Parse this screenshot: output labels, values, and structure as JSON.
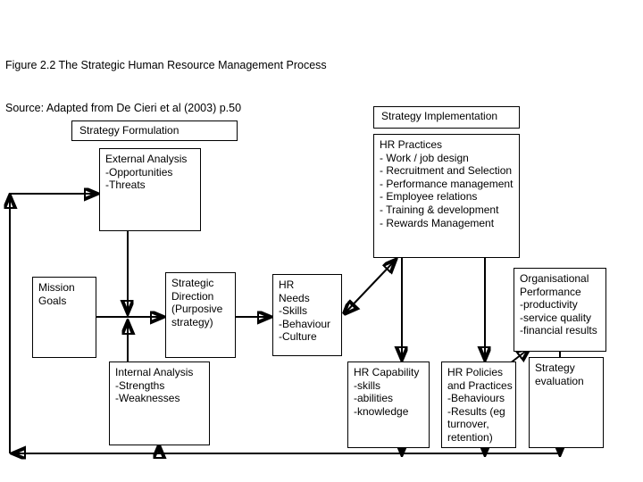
{
  "figure": {
    "caption_line1": "Figure 2.2 The Strategic Human Resource Management Process",
    "caption_line2": "Source: Adapted from De Cieri et al (2003) p.50"
  },
  "colors": {
    "background": "#ffffff",
    "stroke": "#000000",
    "text": "#000000"
  },
  "chart_data": {
    "type": "diagram",
    "title": "Figure 2.2 The Strategic Human Resource Management Process",
    "nodes": [
      {
        "id": "strategy-formulation",
        "label": "Strategy Formulation",
        "lines": [
          "Strategy Formulation"
        ]
      },
      {
        "id": "strategy-implementation",
        "label": "Strategy Implementation",
        "lines": [
          "Strategy Implementation"
        ]
      },
      {
        "id": "external-analysis",
        "label": "External Analysis",
        "lines": [
          "External Analysis",
          "-Opportunities",
          "-Threats"
        ]
      },
      {
        "id": "hr-practices",
        "label": "HR Practices",
        "lines": [
          "HR Practices",
          "- Work / job design",
          "- Recruitment and Selection",
          "- Performance management",
          "- Employee relations",
          "- Training & development",
          "- Rewards Management"
        ]
      },
      {
        "id": "mission-goals",
        "label": "Mission Goals",
        "lines": [
          "Mission",
          "Goals"
        ]
      },
      {
        "id": "strategic-direction",
        "label": "Strategic Direction",
        "lines": [
          "Strategic",
          "Direction",
          "(Purposive",
          "strategy)"
        ]
      },
      {
        "id": "hr-needs",
        "label": "HR Needs",
        "lines": [
          "HR",
          "Needs",
          "-Skills",
          "-Behaviour",
          "-Culture"
        ]
      },
      {
        "id": "internal-analysis",
        "label": "Internal Analysis",
        "lines": [
          "Internal Analysis",
          "-Strengths",
          "-Weaknesses"
        ]
      },
      {
        "id": "hr-capability",
        "label": "HR Capability",
        "lines": [
          "HR Capability",
          "-skills",
          "-abilities",
          "-knowledge"
        ]
      },
      {
        "id": "hr-policies-and-practices",
        "label": "HR Policies and Practices",
        "lines": [
          "HR Policies",
          "and Practices",
          "-Behaviours",
          "-Results (eg",
          "turnover,",
          "retention)"
        ]
      },
      {
        "id": "organisational-performance",
        "label": "Organisational Performance",
        "lines": [
          "Organisational",
          "Performance",
          "-productivity",
          "-service quality",
          "-financial results"
        ]
      },
      {
        "id": "strategy-evaluation",
        "label": "Strategy evaluation",
        "lines": [
          "Strategy",
          "evaluation"
        ]
      }
    ],
    "edges": [
      {
        "from": "feedback-loop",
        "to": "external-analysis",
        "style": "single-arrow"
      },
      {
        "from": "external-analysis",
        "to": "strategic-direction",
        "style": "single-arrow"
      },
      {
        "from": "internal-analysis",
        "to": "strategic-direction",
        "style": "single-arrow"
      },
      {
        "from": "mission-goals",
        "to": "strategic-direction",
        "style": "single-arrow"
      },
      {
        "from": "strategic-direction",
        "to": "hr-needs",
        "style": "single-arrow"
      },
      {
        "from": "hr-needs",
        "to": "hr-practices",
        "style": "double-arrow"
      },
      {
        "from": "hr-practices",
        "to": "hr-capability",
        "style": "single-arrow"
      },
      {
        "from": "hr-practices",
        "to": "hr-policies-and-practices",
        "style": "single-arrow"
      },
      {
        "from": "hr-policies-and-practices",
        "to": "organisational-performance",
        "style": "single-arrow"
      },
      {
        "from": "organisational-performance",
        "to": "strategy-evaluation",
        "style": "plain-line"
      },
      {
        "from": "hr-capability",
        "to": "feedback-loop",
        "style": "single-arrow"
      },
      {
        "from": "hr-policies-and-practices",
        "to": "feedback-loop",
        "style": "single-arrow"
      },
      {
        "from": "strategy-evaluation",
        "to": "feedback-loop",
        "style": "single-arrow"
      },
      {
        "from": "feedback-loop",
        "to": "internal-analysis",
        "style": "single-arrow"
      }
    ]
  },
  "boxes": {
    "strategy_formulation": {
      "l0": "Strategy Formulation"
    },
    "strategy_implementation": {
      "l0": "Strategy Implementation"
    },
    "external_analysis": {
      "l0": "External Analysis",
      "l1": "-Opportunities",
      "l2": "-Threats"
    },
    "hr_practices": {
      "l0": "HR Practices",
      "l1": "- Work / job design",
      "l2": "- Recruitment and Selection",
      "l3": "- Performance management",
      "l4": "- Employee relations",
      "l5": "- Training & development",
      "l6": "- Rewards Management"
    },
    "mission_goals": {
      "l0": "Mission",
      "l1": "Goals"
    },
    "strategic_direction": {
      "l0": "Strategic",
      "l1": "Direction",
      "l2": "(Purposive",
      "l3": "strategy)"
    },
    "hr_needs": {
      "l0": "HR",
      "l1": "Needs",
      "l2": "-Skills",
      "l3": "-Behaviour",
      "l4": "-Culture"
    },
    "internal_analysis": {
      "l0": "Internal Analysis",
      "l1": "-Strengths",
      "l2": "-Weaknesses"
    },
    "hr_capability": {
      "l0": "HR Capability",
      "l1": "-skills",
      "l2": "-abilities",
      "l3": "-knowledge"
    },
    "hr_policies": {
      "l0": "HR Policies",
      "l1": "and Practices",
      "l2": "-Behaviours",
      "l3": "-Results (eg",
      "l4": "turnover,",
      "l5": "retention)"
    },
    "organisational_performance": {
      "l0": "Organisational",
      "l1": "Performance",
      "l2": "-productivity",
      "l3": "-service quality",
      "l4": "-financial results"
    },
    "strategy_evaluation": {
      "l0": "Strategy",
      "l1": "evaluation"
    }
  }
}
